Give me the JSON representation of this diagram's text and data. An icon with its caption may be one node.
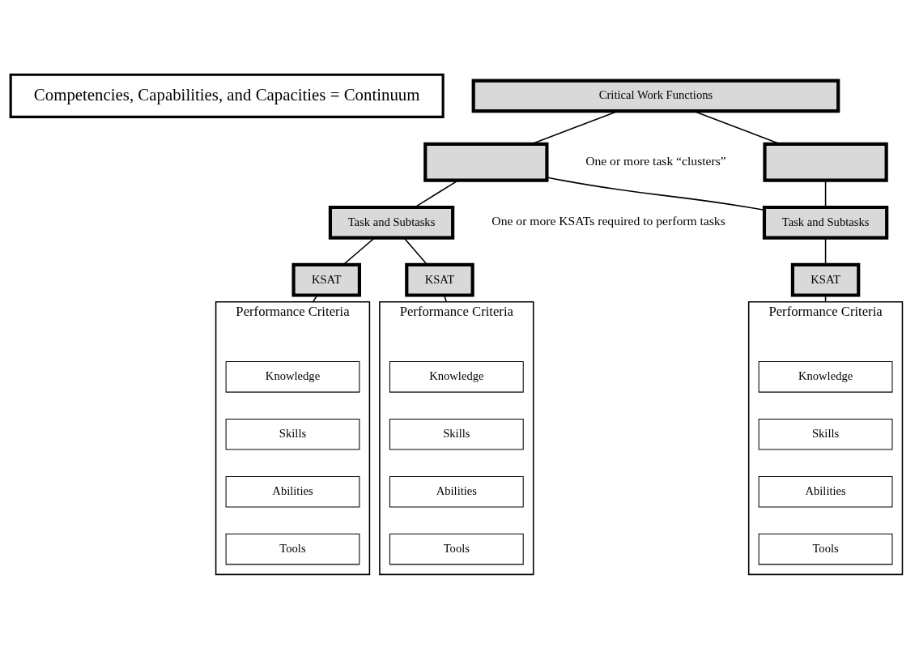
{
  "diagram": {
    "nodes": [
      {
        "text": [
          "Competencies, Capabilities, and Capacities = Continuum"
        ]
      },
      {
        "text": [
          "Critical Work Functions"
        ]
      },
      {
        "text": [],
        "shape": "box"
      },
      {
        "text": [],
        "shape": "box"
      },
      {
        "text": [
          "Task and Subtasks"
        ]
      },
      {
        "text": [
          "Task and Subtasks"
        ]
      },
      {
        "text": [
          "KSAT"
        ]
      },
      {
        "text": [
          "KSAT"
        ]
      },
      {
        "text": [
          "KSAT"
        ]
      },
      {
        "text": [
          "Performance Criteria"
        ]
      },
      {
        "text": [
          "Knowledge"
        ],
        "in": 9
      },
      {
        "text": [
          "Skills"
        ],
        "in": 9
      },
      {
        "text": [
          "Abilities"
        ],
        "in": 9
      },
      {
        "text": [
          "Tools"
        ],
        "in": 9
      },
      {
        "text": [
          "Performance Criteria"
        ]
      },
      {
        "text": [
          "Knowledge"
        ],
        "in": 14
      },
      {
        "text": [
          "Skills"
        ],
        "in": 14
      },
      {
        "text": [
          "Abilities"
        ],
        "in": 14
      },
      {
        "text": [
          "Tools"
        ],
        "in": 14
      },
      {
        "text": [
          "Performance Criteria"
        ]
      },
      {
        "text": [
          "Knowledge"
        ],
        "in": 19
      },
      {
        "text": [
          "Skills"
        ],
        "in": 19
      },
      {
        "text": [
          "Abilities"
        ],
        "in": 19
      },
      {
        "text": [
          "Tools"
        ],
        "in": 19
      }
    ],
    "edges": [
      {
        "from": 1,
        "to": 2,
        "arrow": "none"
      },
      {
        "from": 1,
        "to": 3,
        "arrow": "none"
      },
      {
        "from": 2,
        "to": 4,
        "arrow": "none"
      },
      {
        "from": 2,
        "to": 5,
        "arrow": "none"
      },
      {
        "from": 3,
        "to": 5,
        "arrow": "none"
      },
      {
        "from": 4,
        "to": 6,
        "arrow": "none"
      },
      {
        "from": 4,
        "to": 7,
        "arrow": "none"
      },
      {
        "from": 5,
        "to": 8,
        "arrow": "none"
      },
      {
        "from": 6,
        "to": 9,
        "arrow": "none"
      },
      {
        "from": 7,
        "to": 14,
        "arrow": "none"
      },
      {
        "from": 8,
        "to": 19,
        "arrow": "none"
      }
    ],
    "labels": [
      "One or more task “clusters”",
      "One or more KSATs required to perform tasks"
    ]
  }
}
